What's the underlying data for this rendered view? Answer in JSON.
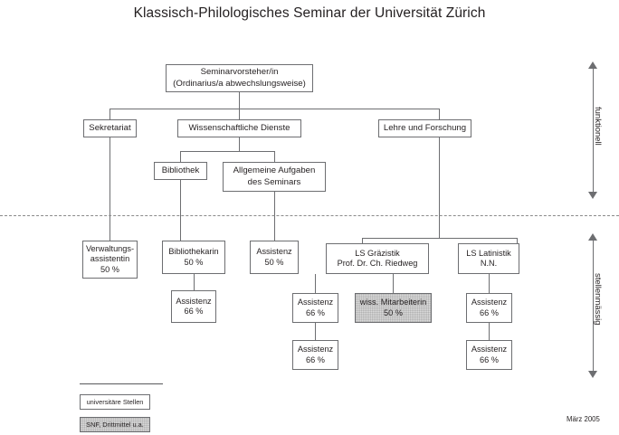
{
  "title": "Klassisch-Philologisches Seminar der Universität Zürich",
  "date_stamp": "März 2005",
  "axes": [
    {
      "label": "funktionell"
    },
    {
      "label": "stellenmässig"
    }
  ],
  "legend": [
    {
      "label": "universitäre Stellen",
      "style": "white"
    },
    {
      "label": "SNF, Drittmittel u.a.",
      "style": "shaded"
    }
  ],
  "boxes": {
    "head": {
      "line1": "Seminarvorsteher/in",
      "line2": "(Ordinarius/a abwechslungsweise)"
    },
    "sekretariat": {
      "line1": "Sekretariat"
    },
    "wiss_dienste": {
      "line1": "Wissenschaftliche Dienste"
    },
    "lehre_forschung": {
      "line1": "Lehre und Forschung"
    },
    "bibliothek": {
      "line1": "Bibliothek"
    },
    "allgemeine_aufgaben": {
      "line1": "Allgemeine Aufgaben",
      "line2": "des Seminars"
    },
    "verwaltungsassistentin": {
      "line1": "Verwaltungs-",
      "line2": "assistentin",
      "line3": "50 %"
    },
    "bibliothekarin": {
      "line1": "Bibliothekarin",
      "line2": "50 %"
    },
    "assistenz_allg": {
      "line1": "Assistenz",
      "line2": "50 %"
    },
    "ls_graezistik": {
      "line1": "LS Gräzistik",
      "line2": "Prof. Dr. Ch. Riedweg"
    },
    "ls_latinistik": {
      "line1": "LS Latinistik",
      "line2": "N.N."
    },
    "assistenz_bib": {
      "line1": "Assistenz",
      "line2": "66 %"
    },
    "assistenz_grae_1": {
      "line1": "Assistenz",
      "line2": "66 %"
    },
    "wiss_mitarbeiterin": {
      "line1": "wiss. Mitarbeiterin",
      "line2": "50 %"
    },
    "assistenz_lat_1": {
      "line1": "Assistenz",
      "line2": "66 %"
    },
    "assistenz_grae_2": {
      "line1": "Assistenz",
      "line2": "66 %"
    },
    "assistenz_lat_2": {
      "line1": "Assistenz",
      "line2": "66 %"
    }
  },
  "colors": {
    "line": "#6d6e71",
    "text": "#231f20",
    "shaded_fill": "#dcdcdc",
    "background": "#ffffff"
  }
}
